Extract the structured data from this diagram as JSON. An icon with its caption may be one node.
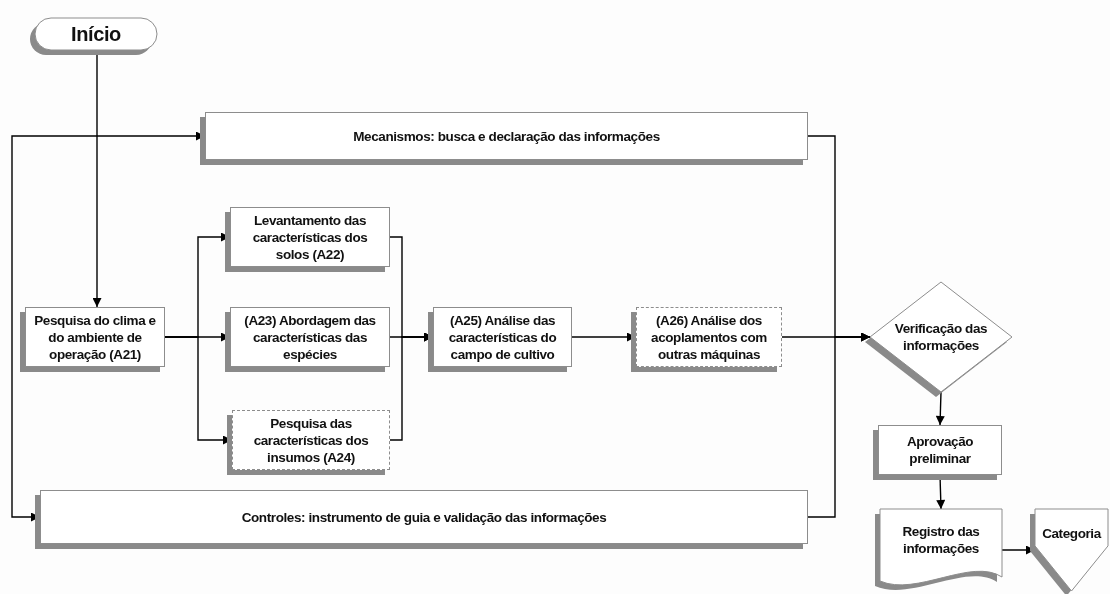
{
  "diagram": {
    "nodes": [
      {
        "text": [
          "Início"
        ]
      },
      {
        "text": [
          "Mecanismos: busca e declaração das informações"
        ]
      },
      {
        "text": [
          "Pesquisa do clima e do ambiente de operação (A21)"
        ]
      },
      {
        "text": [
          "Levantamento das características dos solos (A22)"
        ]
      },
      {
        "text": [
          "(A23) Abordagem das características das espécies"
        ]
      },
      {
        "text": [
          "Pesquisa das características dos insumos (A24)"
        ]
      },
      {
        "text": [
          "(A25) Análise das características do campo de cultivo"
        ]
      },
      {
        "text": [
          "(A26) Análise dos acoplamentos com outras máquinas"
        ]
      },
      {
        "text": [
          "Verificação das informações"
        ]
      },
      {
        "text": [
          "Aprovação preliminar"
        ]
      },
      {
        "text": [
          "Registro das informações"
        ]
      },
      {
        "text": [
          "Categoria"
        ]
      },
      {
        "text": [
          "Controles: instrumento de guia e validação das informações"
        ]
      }
    ],
    "edges": [
      {
        "from": 0,
        "to": 2,
        "arrow": "to"
      },
      {
        "from": 2,
        "to": 3,
        "arrow": "to"
      },
      {
        "from": 2,
        "to": 4,
        "arrow": "to"
      },
      {
        "from": 2,
        "to": 5,
        "arrow": "to"
      },
      {
        "from": 3,
        "to": 6,
        "arrow": "to"
      },
      {
        "from": 4,
        "to": 6,
        "arrow": "to"
      },
      {
        "from": 5,
        "to": 6,
        "arrow": "to"
      },
      {
        "from": 6,
        "to": 7,
        "arrow": "to"
      },
      {
        "from": 7,
        "to": 8,
        "arrow": "to"
      },
      {
        "from": 1,
        "to": 8,
        "arrow": "to"
      },
      {
        "from": 12,
        "to": 8,
        "arrow": "to"
      },
      {
        "from": null,
        "to": 1,
        "arrow": "to"
      },
      {
        "from": null,
        "to": 12,
        "arrow": "to"
      },
      {
        "from": 8,
        "to": 9,
        "arrow": "to"
      },
      {
        "from": 9,
        "to": 10,
        "arrow": "to"
      },
      {
        "from": 10,
        "to": 11,
        "arrow": "to"
      }
    ]
  }
}
